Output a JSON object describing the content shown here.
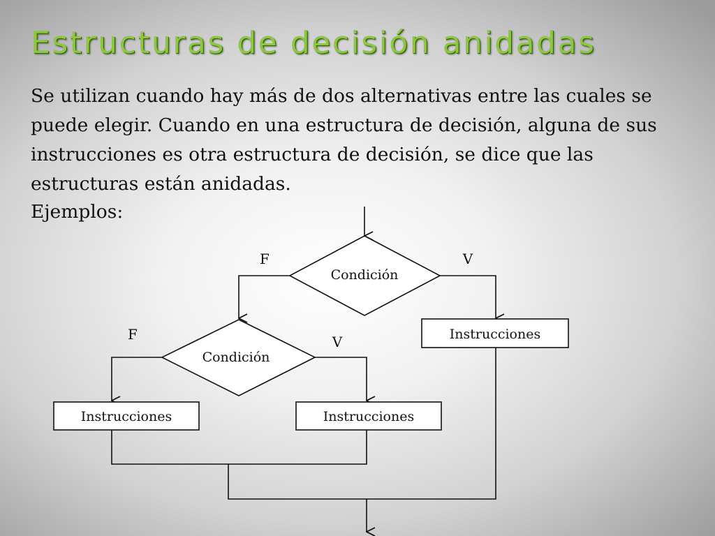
{
  "slide": {
    "title": "Estructuras de decisión anidadas",
    "body": "Se utilizan cuando hay más de dos alternativas entre las cuales se puede elegir.  Cuando en una estructura de decisión, alguna de sus instrucciones es otra estructura de decisión, se dice que las estructuras están anidadas.",
    "examples_label": "Ejemplos:"
  },
  "flowchart": {
    "outer_decision": {
      "label": "Condición",
      "false_label": "F",
      "true_label": "V"
    },
    "inner_decision": {
      "label": "Condición",
      "false_label": "F",
      "true_label": "V"
    },
    "outer_true_box": "Instrucciones",
    "inner_false_box": "Instrucciones",
    "inner_true_box": "Instrucciones"
  }
}
